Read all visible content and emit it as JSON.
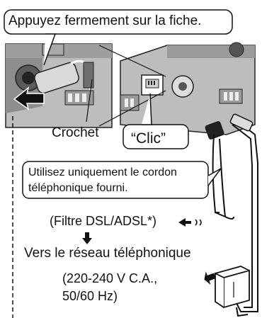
{
  "callouts": {
    "press_firmly": "Appuyez fermement sur la fiche.",
    "hook": "Crochet",
    "click": "“Clic”"
  },
  "note": {
    "line1": "Utilisez uniquement le cordon",
    "line2": "téléphonique fourni."
  },
  "labels": {
    "filter": "(Filtre DSL/ADSL*)",
    "network": "Vers le réseau téléphonique",
    "power_line1": "(220-240 V C.A.,",
    "power_line2": "50/60 Hz)"
  },
  "colors": {
    "photo_bg": "#bdbdbd",
    "photo_dark": "#7a7a7a",
    "ink": "#111111",
    "arrow": "#111111"
  }
}
